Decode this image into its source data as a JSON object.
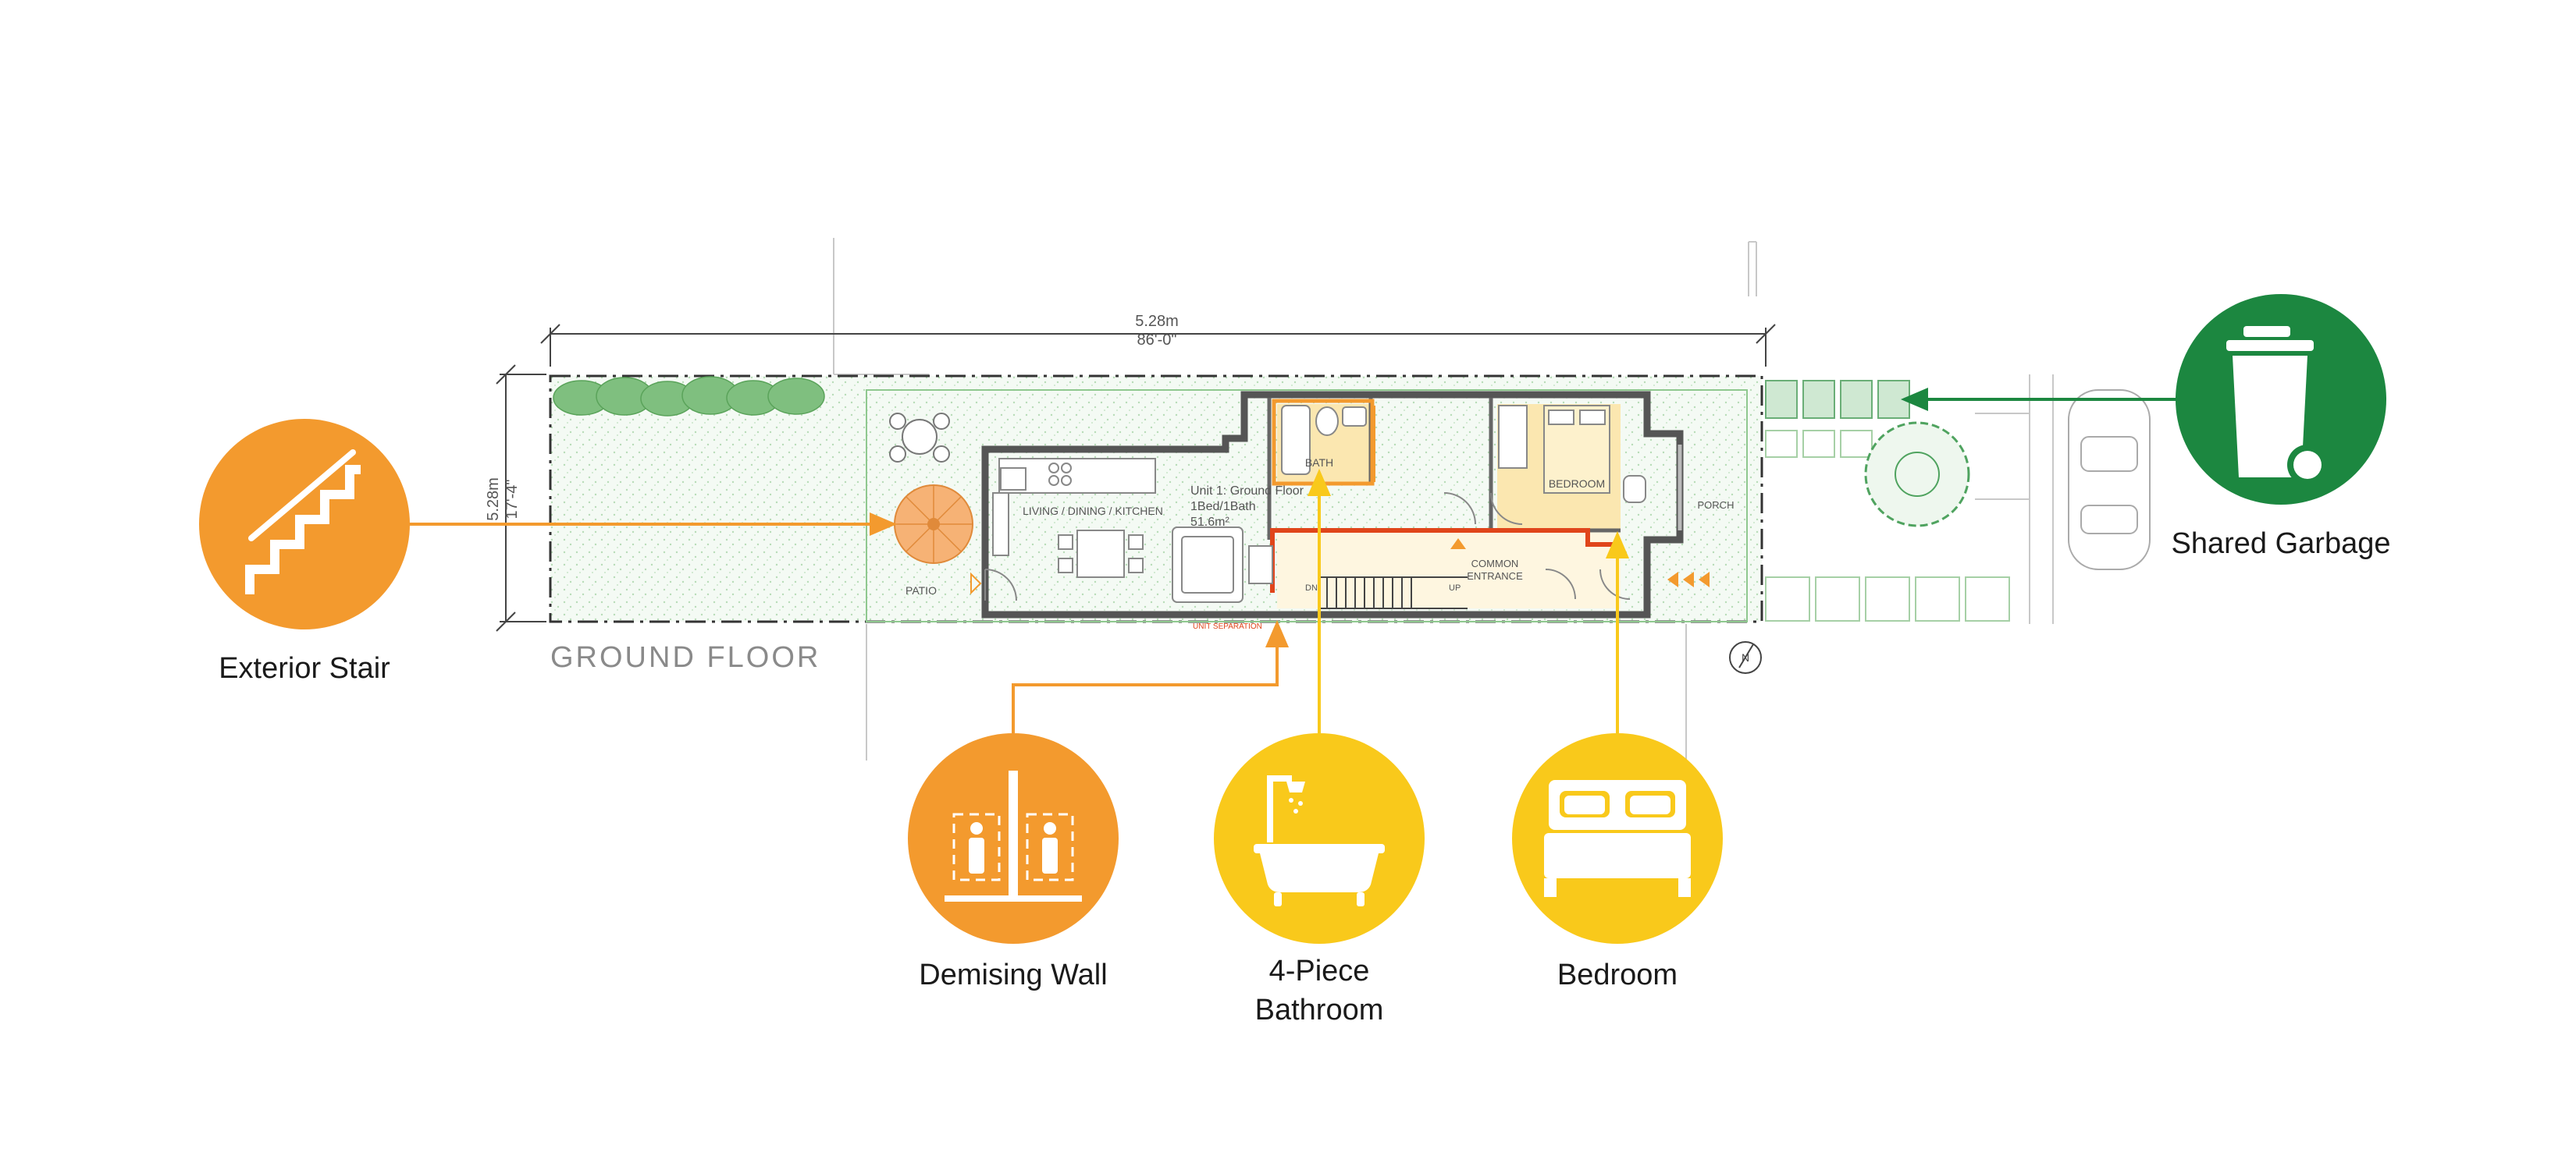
{
  "colors": {
    "orange": "#F39A2E",
    "yellow": "#F9C91B",
    "green": "#1C8740",
    "wall": "#555555",
    "unit_fill": "#FBE7B0",
    "demising_line": "#E0451B",
    "landscape": "#8FC88F"
  },
  "plan": {
    "dim_width_m": "5.28m",
    "dim_width_ft": "86'-0\"",
    "dim_depth_m": "5.28m",
    "dim_depth_ft": "17'-4\"",
    "floor_title": "GROUND FLOOR",
    "rooms": {
      "bath": "BATH",
      "bedroom": "BEDROOM",
      "living": "LIVING / DINING / KITCHEN",
      "patio": "PATIO",
      "porch": "PORCH",
      "common_1": "COMMON",
      "common_2": "ENTRANCE",
      "dn": "DN",
      "up": "UP"
    },
    "unit_info": {
      "line1": "Unit 1: Ground Floor",
      "line2": "1Bed/1Bath",
      "line3": "51.6m²"
    },
    "unit_separation": "UNIT SEPARATION",
    "north": "N"
  },
  "callouts": [
    {
      "id": "exterior-stair",
      "label": "Exterior Stair",
      "color": "orange",
      "icon": "stair-icon"
    },
    {
      "id": "demising-wall",
      "label": "Demising Wall",
      "color": "orange",
      "icon": "demising-wall-icon"
    },
    {
      "id": "bathroom",
      "label_1": "4-Piece",
      "label_2": "Bathroom",
      "color": "yellow",
      "icon": "bathtub-icon"
    },
    {
      "id": "bedroom",
      "label": "Bedroom",
      "color": "yellow",
      "icon": "bed-icon"
    },
    {
      "id": "shared-garbage",
      "label": "Shared Garbage",
      "color": "green",
      "icon": "garbage-bin-icon"
    }
  ]
}
